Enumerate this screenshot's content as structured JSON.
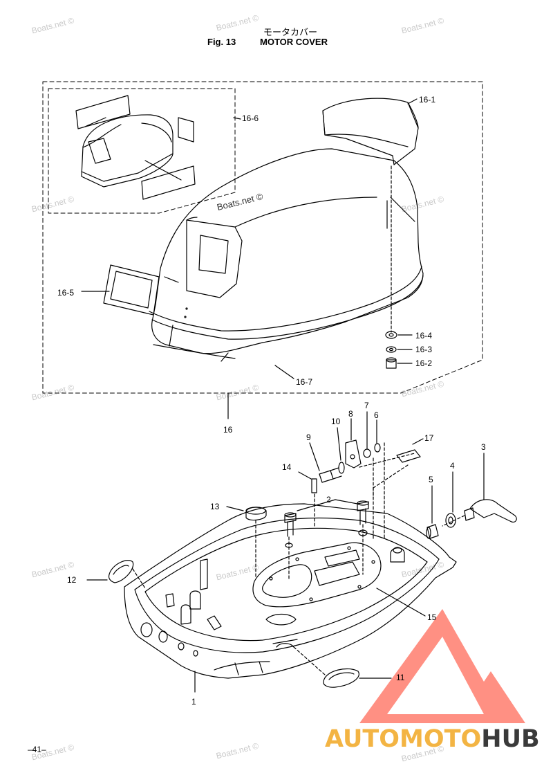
{
  "header": {
    "title_jp": "モータカバー",
    "fig_label": "Fig. 13",
    "title_en": "MOTOR COVER"
  },
  "page_number": "–41–",
  "watermark": {
    "text": "Boats.net ©"
  },
  "callouts": {
    "c16_1": "16-1",
    "c16_2": "16-2",
    "c16_3": "16-3",
    "c16_4": "16-4",
    "c16_5": "16-5",
    "c16_6": "16-6",
    "c16_7": "16-7",
    "c16": "16",
    "c1": "1",
    "c2": "2",
    "c3": "3",
    "c4": "4",
    "c5": "5",
    "c6": "6",
    "c7": "7",
    "c8": "8",
    "c9": "9",
    "c10": "10",
    "c11": "11",
    "c12": "12",
    "c13": "13",
    "c14": "14",
    "c15": "15",
    "c17": "17"
  },
  "logo": {
    "text_part1": "AUTOMOTO",
    "text_part2": "HUB",
    "color_triangle": "#ff6b5a",
    "color_text1": "#f3b443",
    "color_text2": "#3a3a3a"
  }
}
